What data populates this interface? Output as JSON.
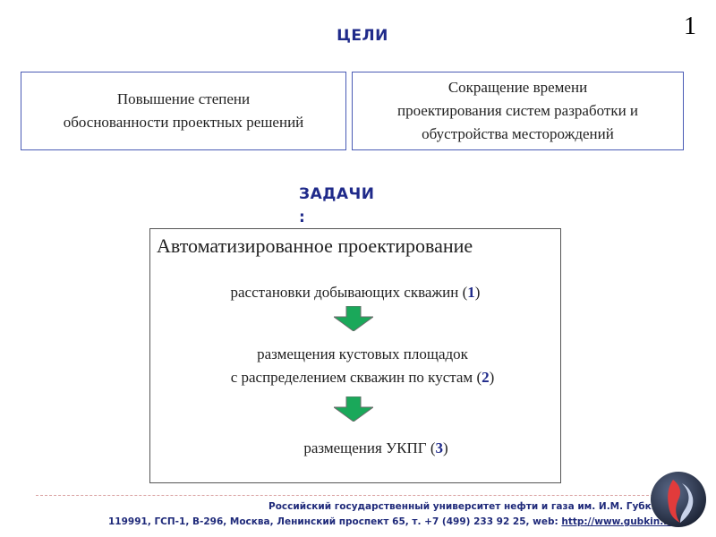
{
  "slide_number": "1",
  "goals": {
    "title": "ЦЕЛИ",
    "items": [
      {
        "line1": "Повышение степени",
        "line2": "обоснованности проектных решений"
      },
      {
        "line1": "Сокращение времени",
        "line2": "проектирования систем разработки и",
        "line3": "обустройства месторождений"
      }
    ]
  },
  "tasks": {
    "title_line1": "ЗАДАЧИ",
    "title_line2": ":",
    "heading": "Автоматизированное проектирование",
    "steps": [
      {
        "text": "расстановки добывающих скважин",
        "num": "1"
      },
      {
        "line1": "размещения кустовых площадок",
        "text": "с распределением скважин по кустам",
        "num": "2"
      },
      {
        "text": "размещения УКПГ",
        "num": "3"
      }
    ],
    "arrow_color": "#1aa85a"
  },
  "footer": {
    "line1": "Российский государственный университет нефти и газа им. И.М. Губкина",
    "line2_prefix": "119991, ГСП-1, В-296, Москва, Ленинский проспект 65, т. +7 (499) 233 92 25, web:",
    "url": "http://www.gubkin.ru"
  },
  "logo_icon": "gubkin-university-emblem-icon",
  "colors": {
    "accent": "#1f2a8a",
    "box_border": "#4a5bb5",
    "arrow_green": "#1aa85a",
    "footer_divider": "#d9a0a0"
  }
}
